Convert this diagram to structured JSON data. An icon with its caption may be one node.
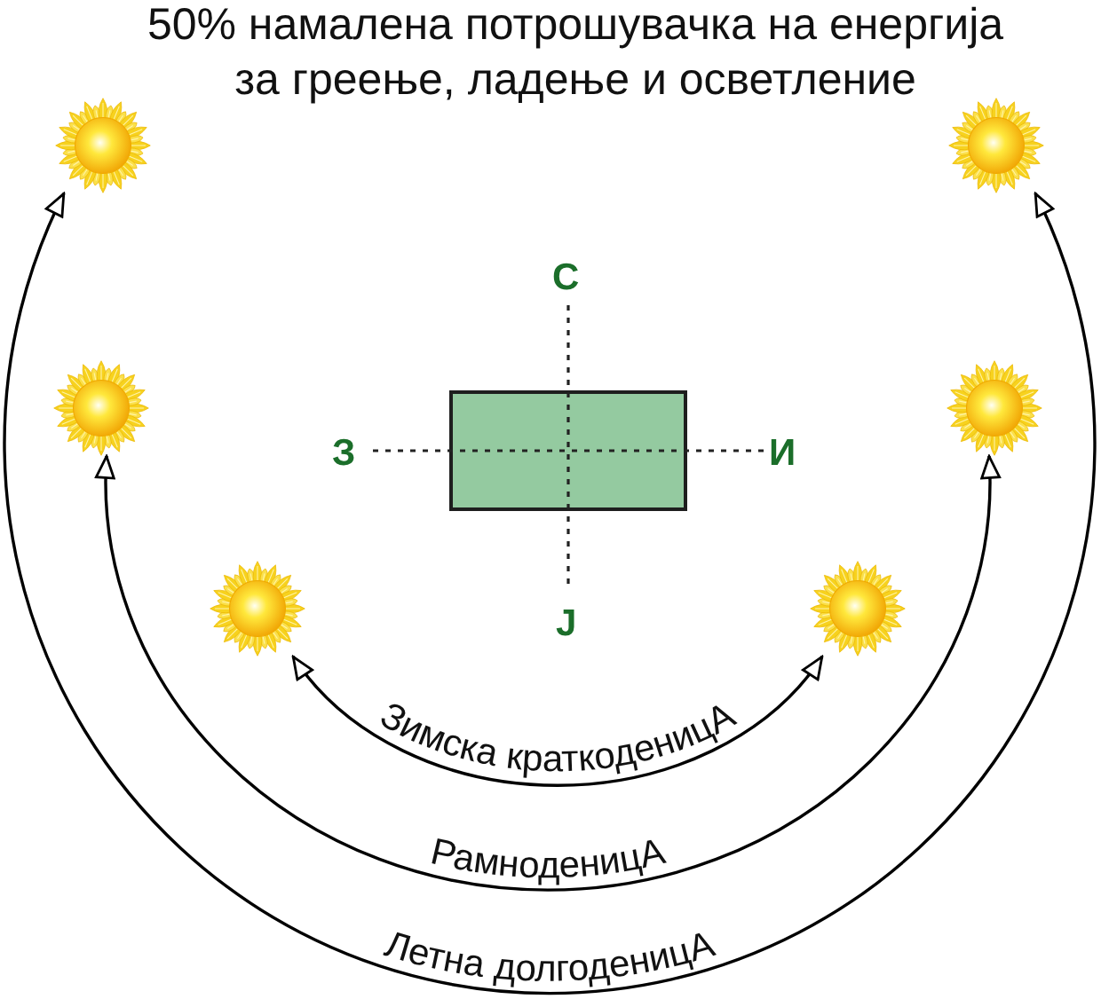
{
  "diagram": {
    "title": "50% намалена потрошувачка на енергија за греење, ладење и осветление",
    "nodes": [
      {
        "text": [],
        "shape": "sun"
      },
      {
        "text": [],
        "shape": "sun"
      },
      {
        "text": [],
        "shape": "sun"
      },
      {
        "text": [],
        "shape": "sun"
      },
      {
        "text": [],
        "shape": "sun"
      },
      {
        "text": [],
        "shape": "sun"
      }
    ],
    "edges": [
      {
        "from": 4,
        "to": 5,
        "arrow": "both",
        "label": "Зимска краткоденицА"
      },
      {
        "from": 2,
        "to": 3,
        "arrow": "both",
        "label": "РамноденицА"
      },
      {
        "from": 0,
        "to": 1,
        "arrow": "both",
        "label": "Летна долгоденицА"
      }
    ],
    "labels": [
      "С",
      "З",
      "И",
      "Ј"
    ]
  }
}
